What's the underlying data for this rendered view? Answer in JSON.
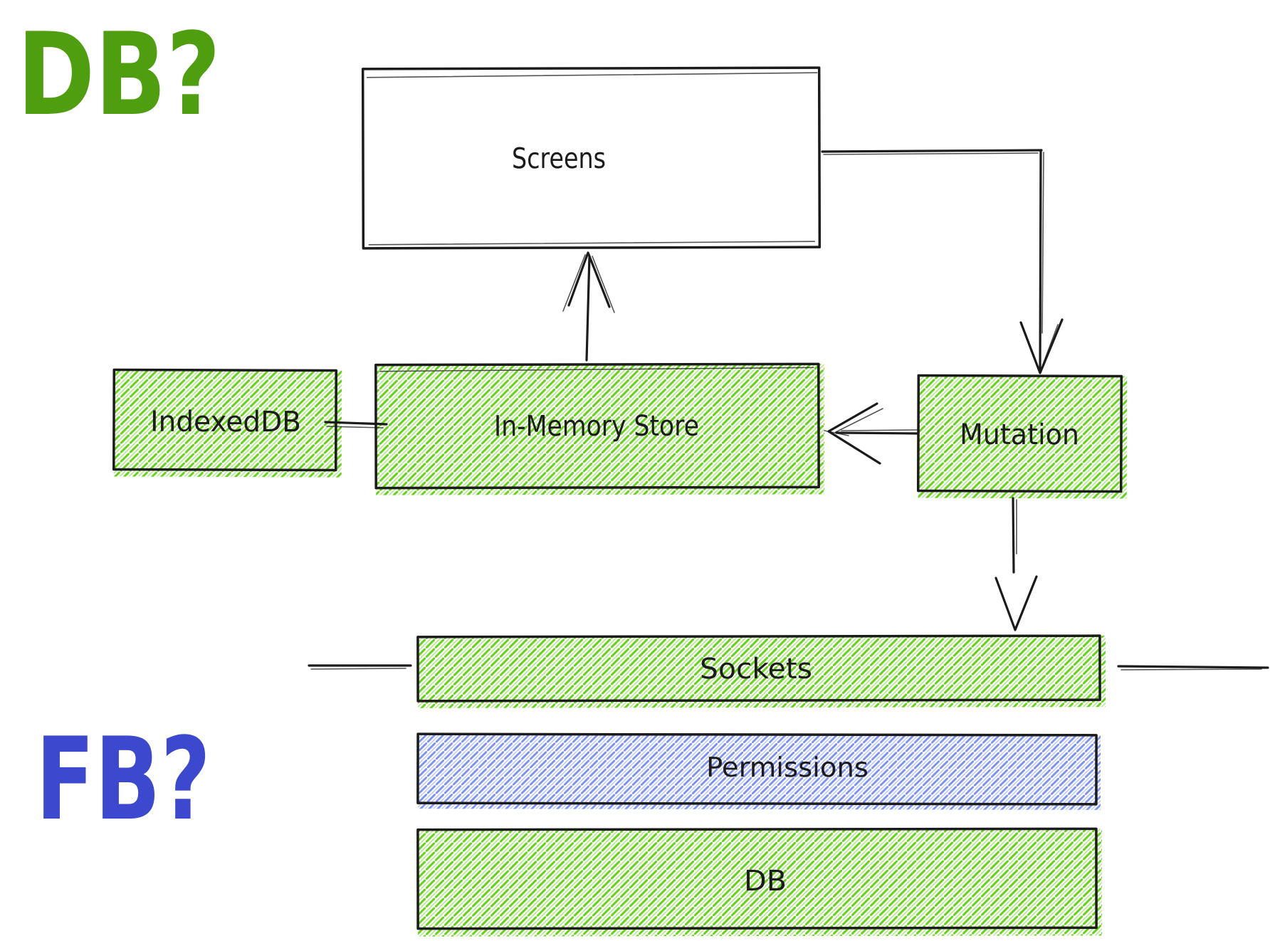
{
  "diagram": {
    "annotations": {
      "db_question": "DB?",
      "fb_question": "FB?"
    },
    "nodes": {
      "screens": {
        "label": "Screens",
        "fill": "white",
        "shape": "rectangle"
      },
      "indexeddb": {
        "label": "IndexedDB",
        "fill": "green-hatch",
        "shape": "rectangle"
      },
      "in_memory_store": {
        "label": "In-Memory Store",
        "fill": "green-hatch",
        "shape": "rectangle"
      },
      "mutation": {
        "label": "Mutation",
        "fill": "green-hatch",
        "shape": "rectangle"
      },
      "sockets": {
        "label": "Sockets",
        "fill": "green-hatch",
        "shape": "rectangle"
      },
      "permissions": {
        "label": "Permissions",
        "fill": "blue-hatch",
        "shape": "rectangle"
      },
      "db": {
        "label": "DB",
        "fill": "green-hatch",
        "shape": "rectangle"
      }
    },
    "edges": [
      {
        "from": "screens",
        "to": "mutation",
        "style": "elbow",
        "arrowhead": "end"
      },
      {
        "from": "in_memory_store",
        "to": "screens",
        "style": "straight",
        "arrowhead": "end"
      },
      {
        "from": "mutation",
        "to": "in_memory_store",
        "style": "straight",
        "arrowhead": "end"
      },
      {
        "from": "mutation",
        "to": "sockets",
        "style": "straight",
        "arrowhead": "end"
      },
      {
        "from": "indexeddb",
        "to": "in_memory_store",
        "style": "straight",
        "arrowhead": "none"
      },
      {
        "from": "left-margin",
        "to": "sockets",
        "style": "straight",
        "arrowhead": "none"
      },
      {
        "from": "sockets",
        "to": "right-margin",
        "style": "straight",
        "arrowhead": "none"
      }
    ],
    "colors": {
      "ink": "#1b1b1b",
      "hatch_green": "#65d118",
      "hatch_blue": "#7b91ee",
      "annotation_green": "#4f9e10",
      "annotation_blue": "#3c49cf",
      "box_background": "#ffffff"
    }
  }
}
